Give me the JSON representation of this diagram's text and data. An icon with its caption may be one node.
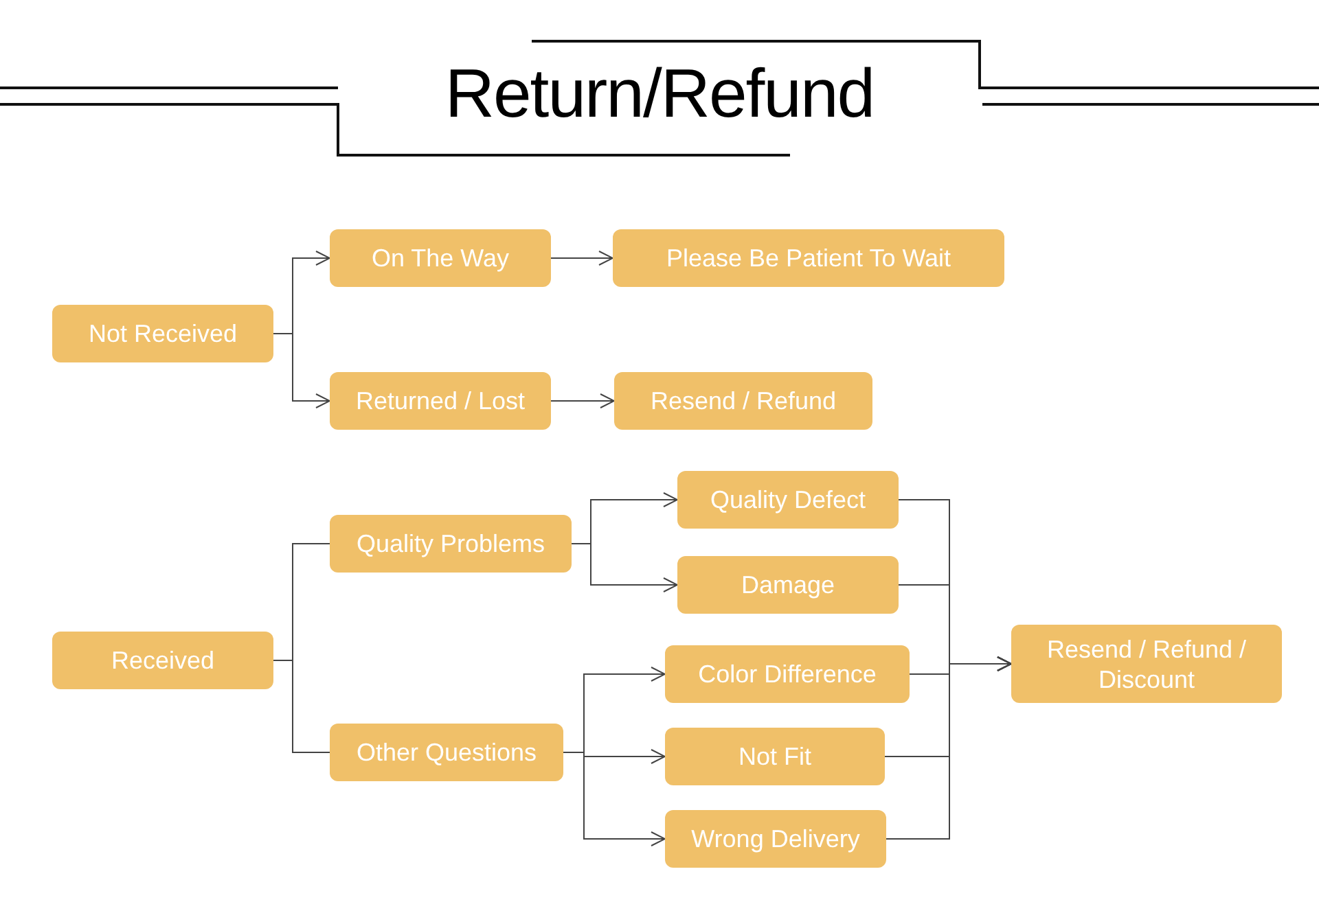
{
  "diagram": {
    "title": "Return/Refund",
    "nodes": [
      {
        "text": [
          "Not Received"
        ]
      },
      {
        "text": [
          "On The Way"
        ]
      },
      {
        "text": [
          "Please Be Patient To Wait"
        ]
      },
      {
        "text": [
          "Returned / Lost"
        ]
      },
      {
        "text": [
          "Resend / Refund"
        ]
      },
      {
        "text": [
          "Received"
        ]
      },
      {
        "text": [
          "Quality Problems"
        ]
      },
      {
        "text": [
          "Other Questions"
        ]
      },
      {
        "text": [
          "Quality Defect"
        ]
      },
      {
        "text": [
          "Damage"
        ]
      },
      {
        "text": [
          "Color Difference"
        ]
      },
      {
        "text": [
          "Not Fit"
        ]
      },
      {
        "text": [
          "Wrong Delivery"
        ]
      },
      {
        "text": [
          "Resend / Refund / Discount"
        ]
      }
    ],
    "edges": [
      {
        "from": 0,
        "to": 1,
        "arrow": "to"
      },
      {
        "from": 0,
        "to": 3,
        "arrow": "to"
      },
      {
        "from": 1,
        "to": 2,
        "arrow": "to"
      },
      {
        "from": 3,
        "to": 4,
        "arrow": "to"
      },
      {
        "from": 5,
        "to": 6,
        "arrow": "none"
      },
      {
        "from": 5,
        "to": 7,
        "arrow": "none"
      },
      {
        "from": 6,
        "to": 8,
        "arrow": "to"
      },
      {
        "from": 6,
        "to": 9,
        "arrow": "to"
      },
      {
        "from": 7,
        "to": 10,
        "arrow": "to"
      },
      {
        "from": 7,
        "to": 11,
        "arrow": "to"
      },
      {
        "from": 7,
        "to": 12,
        "arrow": "to"
      },
      {
        "from": 8,
        "to": 13,
        "arrow": "to"
      },
      {
        "from": 9,
        "to": 13,
        "arrow": "to"
      },
      {
        "from": 10,
        "to": 13,
        "arrow": "to"
      },
      {
        "from": 11,
        "to": 13,
        "arrow": "to"
      },
      {
        "from": 12,
        "to": 13,
        "arrow": "to"
      }
    ]
  }
}
